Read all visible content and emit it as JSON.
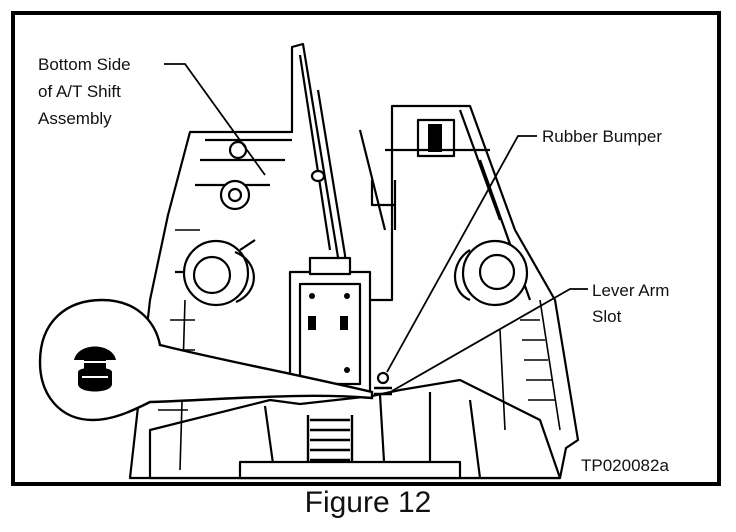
{
  "callouts": {
    "bottom_side": [
      "Bottom Side",
      "of A/T Shift",
      "Assembly"
    ],
    "rubber_bumper": "Rubber Bumper",
    "lever_arm_slot": [
      "Lever Arm",
      "Slot"
    ]
  },
  "figure_code": "TP020082a",
  "caption": "Figure 12"
}
